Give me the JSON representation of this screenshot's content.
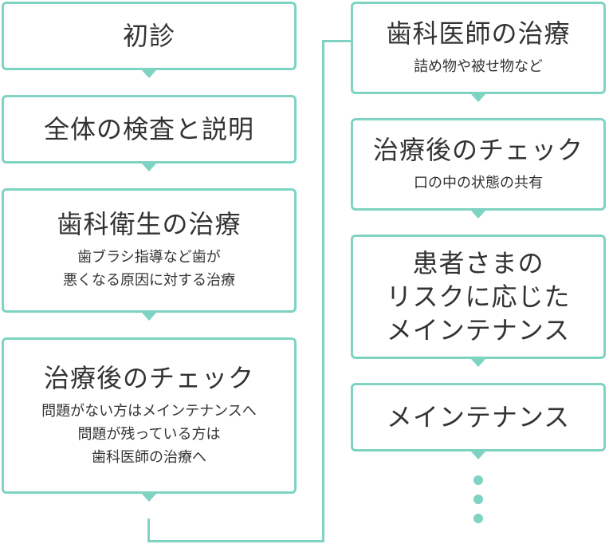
{
  "left_steps": [
    {
      "title": "初診",
      "subtitle": ""
    },
    {
      "title": "全体の検査と説明",
      "subtitle": ""
    },
    {
      "title": "歯科衛生の治療",
      "subtitle": "歯ブラシ指導など歯が\n悪くなる原因に対する治療"
    },
    {
      "title": "治療後のチェック",
      "subtitle": "問題がない方はメインテナンスへ\n問題が残っている方は\n歯科医師の治療へ"
    }
  ],
  "right_steps": [
    {
      "title": "歯科医師の治療",
      "subtitle": "詰め物や被せ物など"
    },
    {
      "title": "治療後のチェック",
      "subtitle": "口の中の状態の共有"
    },
    {
      "title": "患者さまの\nリスクに応じた\nメインテナンス",
      "subtitle": ""
    },
    {
      "title": "メインテナンス",
      "subtitle": ""
    }
  ],
  "colors": {
    "accent": "#7fd3c3",
    "text": "#333333",
    "background": "#ffffff"
  }
}
